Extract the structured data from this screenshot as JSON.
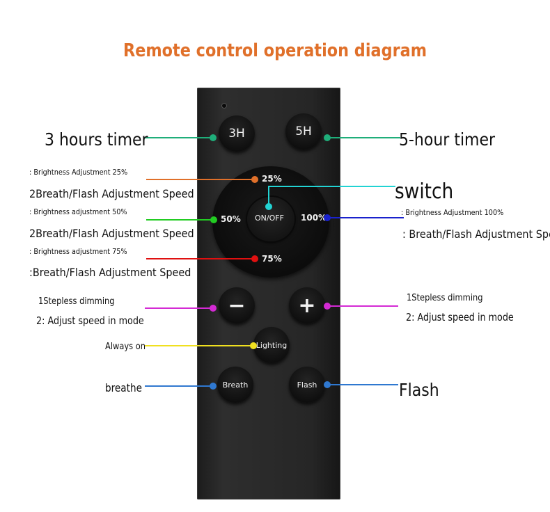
{
  "title": "Remote control operation diagram",
  "colors": {
    "title": "#e0702a",
    "line_timer": "#1fae7a",
    "line_25": "#e0702a",
    "line_50": "#22cc22",
    "line_75": "#e01010",
    "line_switch": "#22d3d3",
    "line_100": "#1a22cc",
    "line_speed": "#d42ad4",
    "line_lighting": "#f0e020",
    "line_breath_flash": "#2f78d0"
  },
  "buttons": {
    "btn_3h": "3H",
    "btn_5h": "5H",
    "onoff": "ON/OFF",
    "b25": "25%",
    "b50": "50%",
    "b75": "75%",
    "b100": "100%",
    "minus": "−",
    "plus": "+",
    "lighting": "Lighting",
    "breath": "Breath",
    "flash": "Flash"
  },
  "labels": {
    "timer3": "3 hours timer",
    "timer5": "5-hour timer",
    "bright25": ": Brightness Adjustment 25%",
    "speed1": "2Breath/Flash Adjustment Speed",
    "bright50": ": Brightness adjustment 50%",
    "speed2": "2Breath/Flash Adjustment Speed",
    "bright75": ": Brightness adjustment 75%",
    "speed3": ":Breath/Flash Adjustment Speed",
    "switch": "switch",
    "bright100": ": Brightness Adjustment 100%",
    "speed4": ": Breath/Flash Adjustment Speed",
    "stepless_left": "1Stepless dimming",
    "adjust_left": "2: Adjust speed in mode",
    "stepless_right": "1Stepless dimming",
    "adjust_right": "2: Adjust speed in mode",
    "always_on": "Always on",
    "breathe": "breathe",
    "flash": "Flash"
  }
}
